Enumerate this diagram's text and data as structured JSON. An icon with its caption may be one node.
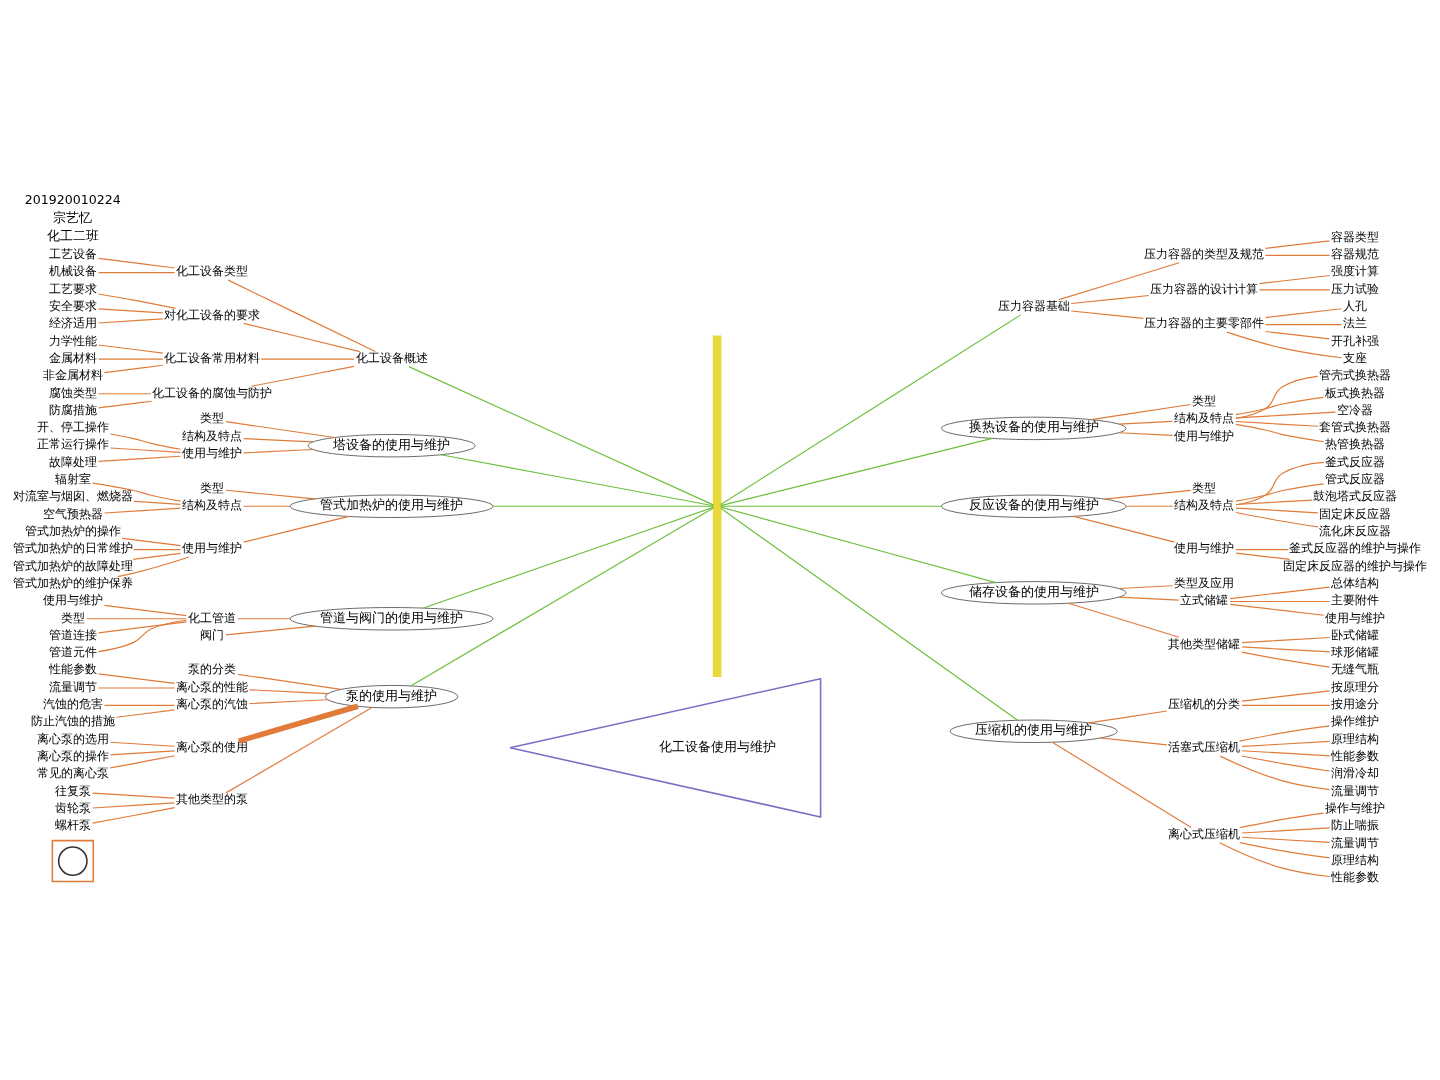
{
  "diagram": {
    "nodes": [
      {
        "text": [
          "化工设备使用与维护"
        ]
      },
      {
        "text": [],
        "shape": "triangle"
      },
      {
        "text": [],
        "shape": "circle",
        "in": 1
      },
      {
        "text": [],
        "shape": "bar"
      },
      {
        "text": [
          "化工设备概述"
        ]
      },
      {
        "text": [
          "化工设备类型"
        ]
      },
      {
        "text": [
          "工艺设备"
        ]
      },
      {
        "text": [
          "机械设备"
        ]
      },
      {
        "text": [
          "对化工设备的要求"
        ]
      },
      {
        "text": [
          "工艺要求"
        ]
      },
      {
        "text": [
          "安全要求"
        ]
      },
      {
        "text": [
          "经济适用"
        ]
      },
      {
        "text": [
          "化工设备常用材料"
        ]
      },
      {
        "text": [
          "力学性能"
        ]
      },
      {
        "text": [
          "金属材料"
        ]
      },
      {
        "text": [
          "非金属材料"
        ]
      },
      {
        "text": [
          "化工设备的腐蚀与防护"
        ]
      },
      {
        "text": [
          "腐蚀类型"
        ]
      },
      {
        "text": [
          "防腐措施"
        ]
      },
      {
        "text": [
          "塔设备的使用与维护"
        ]
      },
      {
        "text": [
          "类型"
        ]
      },
      {
        "text": [
          "结构及特点"
        ]
      },
      {
        "text": [
          "使用与维护"
        ]
      },
      {
        "text": [
          "开、停工操作"
        ]
      },
      {
        "text": [
          "正常运行操作"
        ]
      },
      {
        "text": [
          "故障处理"
        ]
      },
      {
        "text": [
          "管式加热炉的使用与维护"
        ]
      },
      {
        "text": [
          "类型"
        ]
      },
      {
        "text": [
          "结构及特点"
        ]
      },
      {
        "text": [
          "辐射室"
        ]
      },
      {
        "text": [
          "对流室与烟囱、燃烧器"
        ]
      },
      {
        "text": [
          "空气预热器"
        ]
      },
      {
        "text": [
          "使用与维护"
        ]
      },
      {
        "text": [
          "管式加热炉的操作"
        ]
      },
      {
        "text": [
          "管式加热炉的日常维护"
        ]
      },
      {
        "text": [
          "管式加热炉的故障处理"
        ]
      },
      {
        "text": [
          "管式加热炉的维护保养"
        ]
      },
      {
        "text": [
          "管道与阀门的使用与维护"
        ]
      },
      {
        "text": [
          "化工管道"
        ]
      },
      {
        "text": [
          "使用与维护"
        ]
      },
      {
        "text": [
          "类型"
        ]
      },
      {
        "text": [
          "管道连接"
        ]
      },
      {
        "text": [
          "管道元件"
        ]
      },
      {
        "text": [
          "阀门"
        ]
      },
      {
        "text": [
          "泵的使用与维护"
        ]
      },
      {
        "text": [
          "泵的分类"
        ]
      },
      {
        "text": [
          "离心泵的性能"
        ]
      },
      {
        "text": [
          "性能参数"
        ]
      },
      {
        "text": [
          "流量调节"
        ]
      },
      {
        "text": [
          "离心泵的汽蚀"
        ]
      },
      {
        "text": [
          "汽蚀的危害"
        ]
      },
      {
        "text": [
          "防止汽蚀的措施"
        ]
      },
      {
        "text": [
          "离心泵的使用"
        ]
      },
      {
        "text": [
          "离心泵的选用"
        ]
      },
      {
        "text": [
          "离心泵的操作"
        ]
      },
      {
        "text": [
          "常见的离心泵"
        ]
      },
      {
        "text": [
          "其他类型的泵"
        ]
      },
      {
        "text": [
          "往复泵"
        ]
      },
      {
        "text": [
          "齿轮泵"
        ]
      },
      {
        "text": [
          "螺杆泵"
        ]
      },
      {
        "text": [
          "压力容器基础"
        ]
      },
      {
        "text": [
          "压力容器的类型及规范"
        ]
      },
      {
        "text": [
          "容器类型"
        ]
      },
      {
        "text": [
          "容器规范"
        ]
      },
      {
        "text": [
          "压力容器的设计计算"
        ]
      },
      {
        "text": [
          "强度计算"
        ]
      },
      {
        "text": [
          "压力试验"
        ]
      },
      {
        "text": [
          "压力容器的主要零部件"
        ]
      },
      {
        "text": [
          "人孔"
        ]
      },
      {
        "text": [
          "法兰"
        ]
      },
      {
        "text": [
          "开孔补强"
        ]
      },
      {
        "text": [
          "支座"
        ]
      },
      {
        "text": [
          "换热设备的使用与维护"
        ]
      },
      {
        "text": [
          "类型"
        ]
      },
      {
        "text": [
          "结构及特点"
        ]
      },
      {
        "text": [
          "管壳式换热器"
        ]
      },
      {
        "text": [
          "板式换热器"
        ]
      },
      {
        "text": [
          "空冷器"
        ]
      },
      {
        "text": [
          "套管式换热器"
        ]
      },
      {
        "text": [
          "热管换热器"
        ]
      },
      {
        "text": [
          "使用与维护"
        ]
      },
      {
        "text": [
          "反应设备的使用与维护"
        ]
      },
      {
        "text": [
          "类型"
        ]
      },
      {
        "text": [
          "结构及特点"
        ]
      },
      {
        "text": [
          "釜式反应器"
        ]
      },
      {
        "text": [
          "管式反应器"
        ]
      },
      {
        "text": [
          "鼓泡塔式反应器"
        ]
      },
      {
        "text": [
          "固定床反应器"
        ]
      },
      {
        "text": [
          "流化床反应器"
        ]
      },
      {
        "text": [
          "使用与维护"
        ]
      },
      {
        "text": [
          "釜式反应器的维护与操作"
        ]
      },
      {
        "text": [
          "固定床反应器的维护与操作"
        ]
      },
      {
        "text": [
          "储存设备的使用与维护"
        ]
      },
      {
        "text": [
          "类型及应用"
        ]
      },
      {
        "text": [
          "立式储罐"
        ]
      },
      {
        "text": [
          "总体结构"
        ]
      },
      {
        "text": [
          "主要附件"
        ]
      },
      {
        "text": [
          "使用与维护"
        ]
      },
      {
        "text": [
          "其他类型储罐"
        ]
      },
      {
        "text": [
          "卧式储罐"
        ]
      },
      {
        "text": [
          "球形储罐"
        ]
      },
      {
        "text": [
          "无缝气瓶"
        ]
      },
      {
        "text": [
          "压缩机的使用与维护"
        ]
      },
      {
        "text": [
          "压缩机的分类"
        ]
      },
      {
        "text": [
          "按原理分"
        ]
      },
      {
        "text": [
          "按用途分"
        ]
      },
      {
        "text": [
          "活塞式压缩机"
        ]
      },
      {
        "text": [
          "操作维护"
        ]
      },
      {
        "text": [
          "原理结构"
        ]
      },
      {
        "text": [
          "性能参数"
        ]
      },
      {
        "text": [
          "润滑冷却"
        ]
      },
      {
        "text": [
          "流量调节"
        ]
      },
      {
        "text": [
          "离心式压缩机"
        ]
      },
      {
        "text": [
          "操作与维护"
        ]
      },
      {
        "text": [
          "防止喘振"
        ]
      },
      {
        "text": [
          "流量调节"
        ]
      },
      {
        "text": [
          "原理结构"
        ]
      },
      {
        "text": [
          "性能参数"
        ]
      }
    ],
    "edges": [
      {
        "from": 4,
        "to": 3,
        "arrow": "none",
        "color": "#6cbf3a"
      },
      {
        "from": 19,
        "to": 3,
        "arrow": "none",
        "color": "#6cbf3a"
      },
      {
        "from": 26,
        "to": 3,
        "arrow": "none",
        "color": "#6cbf3a"
      },
      {
        "from": 37,
        "to": 3,
        "arrow": "none",
        "color": "#6cbf3a"
      },
      {
        "from": 44,
        "to": 3,
        "arrow": "none",
        "color": "#6cbf3a"
      },
      {
        "from": 5,
        "to": 4,
        "arrow": "none"
      },
      {
        "from": 6,
        "to": 5,
        "arrow": "none"
      },
      {
        "from": 7,
        "to": 5,
        "arrow": "none"
      },
      {
        "from": 8,
        "to": 4,
        "arrow": "none"
      },
      {
        "from": 9,
        "to": 8,
        "arrow": "none"
      },
      {
        "from": 10,
        "to": 8,
        "arrow": "none"
      },
      {
        "from": 11,
        "to": 8,
        "arrow": "none"
      },
      {
        "from": 12,
        "to": 4,
        "arrow": "none"
      },
      {
        "from": 13,
        "to": 12,
        "arrow": "none"
      },
      {
        "from": 14,
        "to": 12,
        "arrow": "none"
      },
      {
        "from": 15,
        "to": 12,
        "arrow": "none"
      },
      {
        "from": 16,
        "to": 4,
        "arrow": "none"
      },
      {
        "from": 17,
        "to": 16,
        "arrow": "none"
      },
      {
        "from": 18,
        "to": 16,
        "arrow": "none"
      },
      {
        "from": 20,
        "to": 19,
        "arrow": "none"
      },
      {
        "from": 21,
        "to": 19,
        "arrow": "none"
      },
      {
        "from": 22,
        "to": 19,
        "arrow": "none"
      },
      {
        "from": 23,
        "to": 22,
        "arrow": "none"
      },
      {
        "from": 24,
        "to": 22,
        "arrow": "none"
      },
      {
        "from": 25,
        "to": 22,
        "arrow": "none"
      },
      {
        "from": 27,
        "to": 26,
        "arrow": "none"
      },
      {
        "from": 28,
        "to": 26,
        "arrow": "none"
      },
      {
        "from": 29,
        "to": 28,
        "arrow": "none"
      },
      {
        "from": 30,
        "to": 28,
        "arrow": "none"
      },
      {
        "from": 31,
        "to": 28,
        "arrow": "none"
      },
      {
        "from": 32,
        "to": 26,
        "arrow": "none"
      },
      {
        "from": 33,
        "to": 32,
        "arrow": "none"
      },
      {
        "from": 34,
        "to": 32,
        "arrow": "none"
      },
      {
        "from": 35,
        "to": 32,
        "arrow": "none"
      },
      {
        "from": 36,
        "to": 32,
        "arrow": "none"
      },
      {
        "from": 38,
        "to": 37,
        "arrow": "none"
      },
      {
        "from": 39,
        "to": 38,
        "arrow": "none"
      },
      {
        "from": 40,
        "to": 38,
        "arrow": "none"
      },
      {
        "from": 41,
        "to": 38,
        "arrow": "none"
      },
      {
        "from": 42,
        "to": 38,
        "arrow": "none"
      },
      {
        "from": 43,
        "to": 37,
        "arrow": "none"
      },
      {
        "from": 45,
        "to": 44,
        "arrow": "none"
      },
      {
        "from": 46,
        "to": 44,
        "arrow": "none"
      },
      {
        "from": 47,
        "to": 46,
        "arrow": "none"
      },
      {
        "from": 48,
        "to": 46,
        "arrow": "none"
      },
      {
        "from": 49,
        "to": 44,
        "arrow": "none"
      },
      {
        "from": 50,
        "to": 49,
        "arrow": "none"
      },
      {
        "from": 51,
        "to": 49,
        "arrow": "none"
      },
      {
        "from": 52,
        "to": 44,
        "arrow": "none",
        "style": "thick"
      },
      {
        "from": 53,
        "to": 52,
        "arrow": "none"
      },
      {
        "from": 54,
        "to": 52,
        "arrow": "none"
      },
      {
        "from": 55,
        "to": 52,
        "arrow": "none"
      },
      {
        "from": 56,
        "to": 44,
        "arrow": "none"
      },
      {
        "from": 57,
        "to": 56,
        "arrow": "none"
      },
      {
        "from": 58,
        "to": 56,
        "arrow": "none"
      },
      {
        "from": 59,
        "to": 56,
        "arrow": "none"
      },
      {
        "from": 3,
        "to": 60,
        "arrow": "none",
        "color": "#6cbf3a"
      },
      {
        "from": 3,
        "to": 72,
        "arrow": "none",
        "color": "#6cbf3a"
      },
      {
        "from": 3,
        "to": 81,
        "arrow": "none",
        "color": "#6cbf3a"
      },
      {
        "from": 3,
        "to": 92,
        "arrow": "none",
        "color": "#6cbf3a"
      },
      {
        "from": 3,
        "to": 102,
        "arrow": "none",
        "color": "#6cbf3a"
      },
      {
        "from": 60,
        "to": 61,
        "arrow": "none"
      },
      {
        "from": 61,
        "to": 62,
        "arrow": "none"
      },
      {
        "from": 61,
        "to": 63,
        "arrow": "none"
      },
      {
        "from": 60,
        "to": 64,
        "arrow": "none"
      },
      {
        "from": 64,
        "to": 65,
        "arrow": "none"
      },
      {
        "from": 64,
        "to": 66,
        "arrow": "none"
      },
      {
        "from": 60,
        "to": 67,
        "arrow": "none"
      },
      {
        "from": 67,
        "to": 68,
        "arrow": "none"
      },
      {
        "from": 67,
        "to": 69,
        "arrow": "none"
      },
      {
        "from": 67,
        "to": 70,
        "arrow": "none"
      },
      {
        "from": 67,
        "to": 71,
        "arrow": "none"
      },
      {
        "from": 72,
        "to": 73,
        "arrow": "none"
      },
      {
        "from": 72,
        "to": 74,
        "arrow": "none"
      },
      {
        "from": 74,
        "to": 75,
        "arrow": "none"
      },
      {
        "from": 74,
        "to": 76,
        "arrow": "none"
      },
      {
        "from": 74,
        "to": 77,
        "arrow": "none"
      },
      {
        "from": 74,
        "to": 78,
        "arrow": "none"
      },
      {
        "from": 74,
        "to": 79,
        "arrow": "none"
      },
      {
        "from": 72,
        "to": 80,
        "arrow": "none"
      },
      {
        "from": 81,
        "to": 82,
        "arrow": "none"
      },
      {
        "from": 81,
        "to": 83,
        "arrow": "none"
      },
      {
        "from": 83,
        "to": 84,
        "arrow": "none"
      },
      {
        "from": 83,
        "to": 85,
        "arrow": "none"
      },
      {
        "from": 83,
        "to": 86,
        "arrow": "none"
      },
      {
        "from": 83,
        "to": 87,
        "arrow": "none"
      },
      {
        "from": 83,
        "to": 88,
        "arrow": "none"
      },
      {
        "from": 81,
        "to": 89,
        "arrow": "none"
      },
      {
        "from": 89,
        "to": 90,
        "arrow": "none"
      },
      {
        "from": 89,
        "to": 91,
        "arrow": "none"
      },
      {
        "from": 92,
        "to": 93,
        "arrow": "none"
      },
      {
        "from": 92,
        "to": 94,
        "arrow": "none"
      },
      {
        "from": 94,
        "to": 95,
        "arrow": "none"
      },
      {
        "from": 94,
        "to": 96,
        "arrow": "none"
      },
      {
        "from": 94,
        "to": 97,
        "arrow": "none"
      },
      {
        "from": 92,
        "to": 98,
        "arrow": "none"
      },
      {
        "from": 98,
        "to": 99,
        "arrow": "none"
      },
      {
        "from": 98,
        "to": 100,
        "arrow": "none"
      },
      {
        "from": 98,
        "to": 101,
        "arrow": "none"
      },
      {
        "from": 102,
        "to": 103,
        "arrow": "none"
      },
      {
        "from": 103,
        "to": 104,
        "arrow": "none"
      },
      {
        "from": 103,
        "to": 105,
        "arrow": "none"
      },
      {
        "from": 102,
        "to": 106,
        "arrow": "none"
      },
      {
        "from": 106,
        "to": 107,
        "arrow": "none"
      },
      {
        "from": 106,
        "to": 108,
        "arrow": "none"
      },
      {
        "from": 106,
        "to": 109,
        "arrow": "none"
      },
      {
        "from": 106,
        "to": 110,
        "arrow": "none"
      },
      {
        "from": 106,
        "to": 111,
        "arrow": "none"
      },
      {
        "from": 102,
        "to": 112,
        "arrow": "none"
      },
      {
        "from": 112,
        "to": 113,
        "arrow": "none"
      },
      {
        "from": 112,
        "to": 114,
        "arrow": "none"
      },
      {
        "from": 112,
        "to": 115,
        "arrow": "none"
      },
      {
        "from": 112,
        "to": 116,
        "arrow": "none"
      },
      {
        "from": 112,
        "to": 117,
        "arrow": "none"
      }
    ],
    "labels": [
      "化工二班",
      "宗艺忆",
      "201920010224"
    ]
  }
}
